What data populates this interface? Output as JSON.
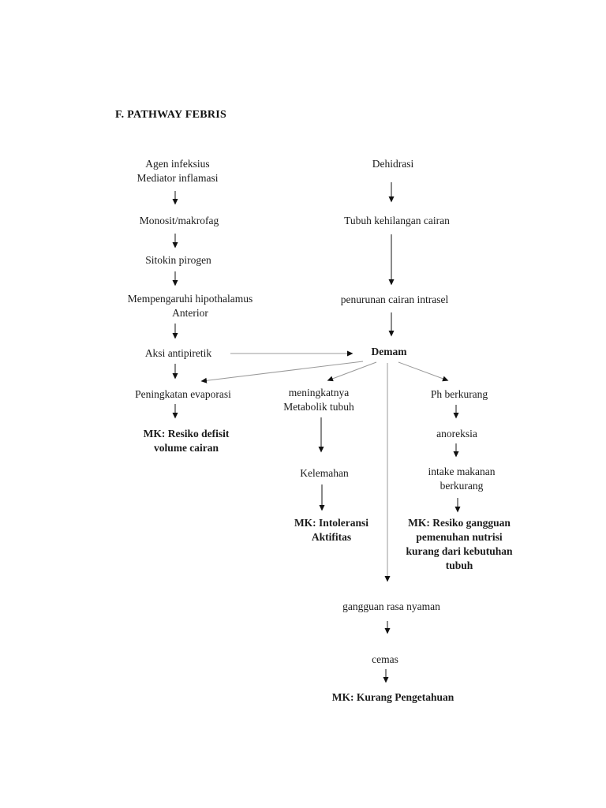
{
  "page": {
    "background": "#ffffff",
    "text_color": "#1b1b1b",
    "arrow_color": "#3d3d3d",
    "thin_arrow_color": "#999999"
  },
  "title": "F. PATHWAY FEBRIS",
  "nodes": {
    "agen_infeksius": {
      "label": "Agen infeksius\nMediator inflamasi",
      "bold": false
    },
    "monosit": {
      "label": "Monosit/makrofag",
      "bold": false
    },
    "sitokin": {
      "label": "Sitokin pirogen",
      "bold": false
    },
    "hipothalamus": {
      "label": "Mempengaruhi hipothalamus\nAnterior",
      "bold": false
    },
    "aksi_antipiretik": {
      "label": "Aksi antipiretik",
      "bold": false
    },
    "peningkatan_evaporasi": {
      "label": "Peningkatan evaporasi",
      "bold": false
    },
    "mk_resiko_defisit": {
      "label": "MK: Resiko defisit\nvolume cairan",
      "bold": true
    },
    "dehidrasi": {
      "label": "Dehidrasi",
      "bold": false
    },
    "tubuh_kehilangan_cairan": {
      "label": "Tubuh kehilangan cairan",
      "bold": false
    },
    "penurunan_cairan_intrasel": {
      "label": "penurunan cairan intrasel",
      "bold": false
    },
    "demam": {
      "label": "Demam",
      "bold": true
    },
    "meningkatnya_metabolik": {
      "label": "meningkatnya\nMetabolik tubuh",
      "bold": false
    },
    "kelemahan": {
      "label": "Kelemahan",
      "bold": false
    },
    "mk_intoleransi": {
      "label": "MK: Intoleransi\nAktifitas",
      "bold": true
    },
    "ph_berkurang": {
      "label": "Ph berkurang",
      "bold": false
    },
    "anoreksia": {
      "label": "anoreksia",
      "bold": false
    },
    "intake_makanan": {
      "label": "intake makanan\nberkurang",
      "bold": false
    },
    "mk_resiko_gangguan": {
      "label": "MK: Resiko gangguan\npemenuhan nutrisi\nkurang dari kebutuhan\ntubuh",
      "bold": true
    },
    "gangguan_rasa_nyaman": {
      "label": "gangguan rasa nyaman",
      "bold": false
    },
    "cemas": {
      "label": "cemas",
      "bold": false
    },
    "mk_kurang_pengetahuan": {
      "label": "MK: Kurang Pengetahuan",
      "bold": true
    }
  },
  "edges": [
    {
      "from": "agen_infeksius",
      "to": "monosit"
    },
    {
      "from": "monosit",
      "to": "sitokin"
    },
    {
      "from": "sitokin",
      "to": "hipothalamus"
    },
    {
      "from": "hipothalamus",
      "to": "aksi_antipiretik"
    },
    {
      "from": "aksi_antipiretik",
      "to": "peningkatan_evaporasi"
    },
    {
      "from": "peningkatan_evaporasi",
      "to": "mk_resiko_defisit"
    },
    {
      "from": "dehidrasi",
      "to": "tubuh_kehilangan_cairan"
    },
    {
      "from": "tubuh_kehilangan_cairan",
      "to": "penurunan_cairan_intrasel"
    },
    {
      "from": "penurunan_cairan_intrasel",
      "to": "demam"
    },
    {
      "from": "aksi_antipiretik",
      "to": "demam"
    },
    {
      "from": "demam",
      "to": "peningkatan_evaporasi"
    },
    {
      "from": "demam",
      "to": "meningkatnya_metabolik"
    },
    {
      "from": "demam",
      "to": "ph_berkurang"
    },
    {
      "from": "demam",
      "to": "gangguan_rasa_nyaman"
    },
    {
      "from": "meningkatnya_metabolik",
      "to": "kelemahan"
    },
    {
      "from": "kelemahan",
      "to": "mk_intoleransi"
    },
    {
      "from": "ph_berkurang",
      "to": "anoreksia"
    },
    {
      "from": "anoreksia",
      "to": "intake_makanan"
    },
    {
      "from": "intake_makanan",
      "to": "mk_resiko_gangguan"
    },
    {
      "from": "gangguan_rasa_nyaman",
      "to": "cemas"
    },
    {
      "from": "cemas",
      "to": "mk_kurang_pengetahuan"
    }
  ]
}
